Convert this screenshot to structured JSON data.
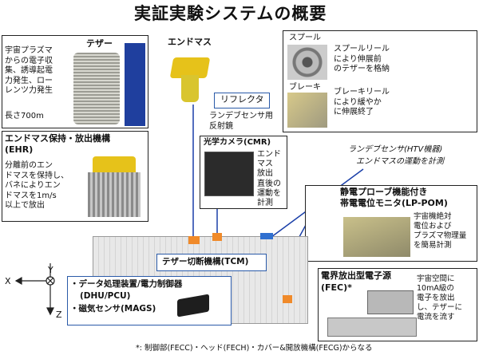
{
  "title": "実証実験システムの概要",
  "tether": {
    "label": "テザー",
    "desc": "宇宙プラズマ\nからの電子収\n集、誘導起電\n力発生、ロー\nレンツ力発生",
    "length": "長さ700m"
  },
  "endmass": {
    "label": "エンドマス",
    "reflector_label": "リフレクタ",
    "reflector_desc": "ランデブセンサ用\n反射鏡"
  },
  "spool": {
    "label": "スプール",
    "desc": "スプールリール\nにより伸展前\nのテザーを格納"
  },
  "brake": {
    "label": "ブレーキ",
    "desc": "ブレーキリール\nにより緩やか\nに伸展終了"
  },
  "ehr": {
    "title_line1": "エンドマス保持・放出機構",
    "title_line2": "(EHR)",
    "desc": "分離前のエン\nドマスを保持し、\nバネによりエン\nドマスを1m/s\n以上で放出"
  },
  "camera": {
    "title": "光学カメラ(CMR)",
    "desc": "エンド\nマス\n放出\n直後の\n運動を\n計測"
  },
  "rendezvous": {
    "title": "ランデブセンサ(HTV機器)",
    "desc": "エンドマスの運動を計測"
  },
  "lpom": {
    "title_line1": "静電プローブ機能付き",
    "title_line2": "帯電電位モニタ(LP-POM)",
    "desc": "宇宙機絶対\n電位および\nプラズマ物理量\nを簡易計測"
  },
  "tcm": {
    "label": "テザー切断機構(TCM)"
  },
  "dhu": {
    "line1": "・データ処理装置/電力制御器",
    "line2": "(DHU/PCU)",
    "line3": "・磁気センサ(MAGS)"
  },
  "fec": {
    "title_line1": "電界放出型電子源",
    "title_line2": "(FEC)*",
    "desc": "宇宙空間に\n10mA級の\n電子を放出\nし、テザーに\n電流を流す"
  },
  "axes": {
    "x": "X",
    "y": "Y",
    "z": "Z"
  },
  "footnote": "*: 制御部(FECC)・ヘッド(FECH)・カバー&開放機構(FECG)からなる"
}
